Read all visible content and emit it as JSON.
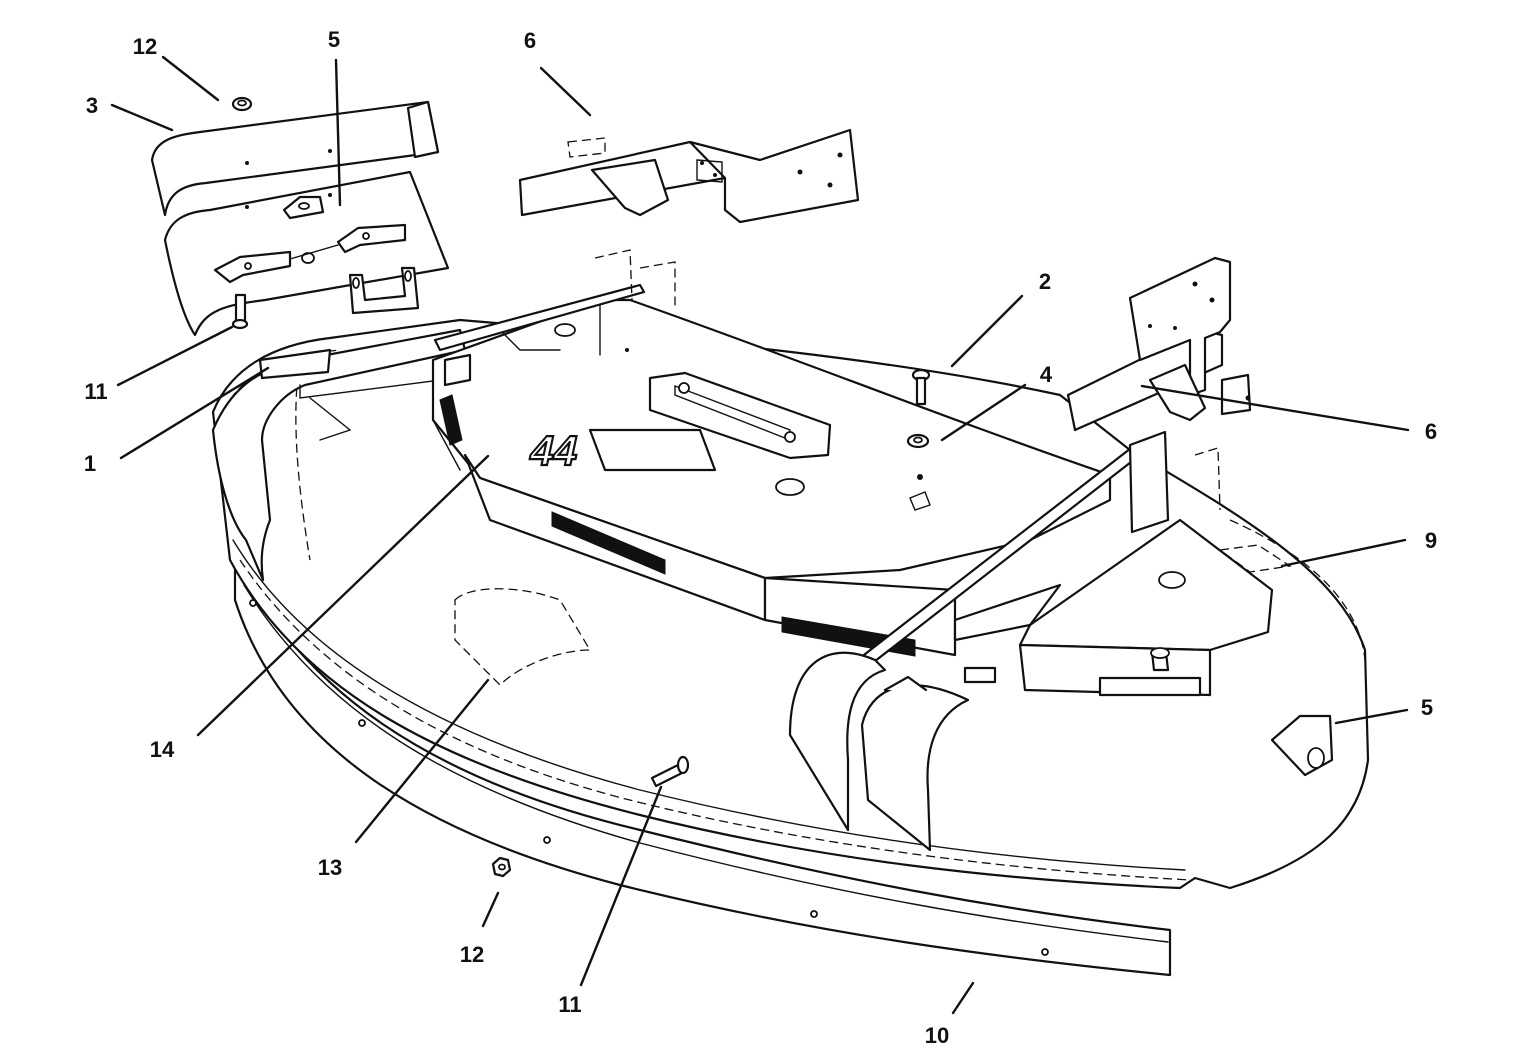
{
  "callouts": {
    "c1": "1",
    "c2": "2",
    "c3": "3",
    "c4": "4",
    "c5a": "5",
    "c5b": "5",
    "c6a": "6",
    "c6b": "6",
    "c9": "9",
    "c10": "10",
    "c11a": "11",
    "c11b": "11",
    "c12a": "12",
    "c12b": "12",
    "c13": "13",
    "c14": "14"
  },
  "decal_text": "44"
}
